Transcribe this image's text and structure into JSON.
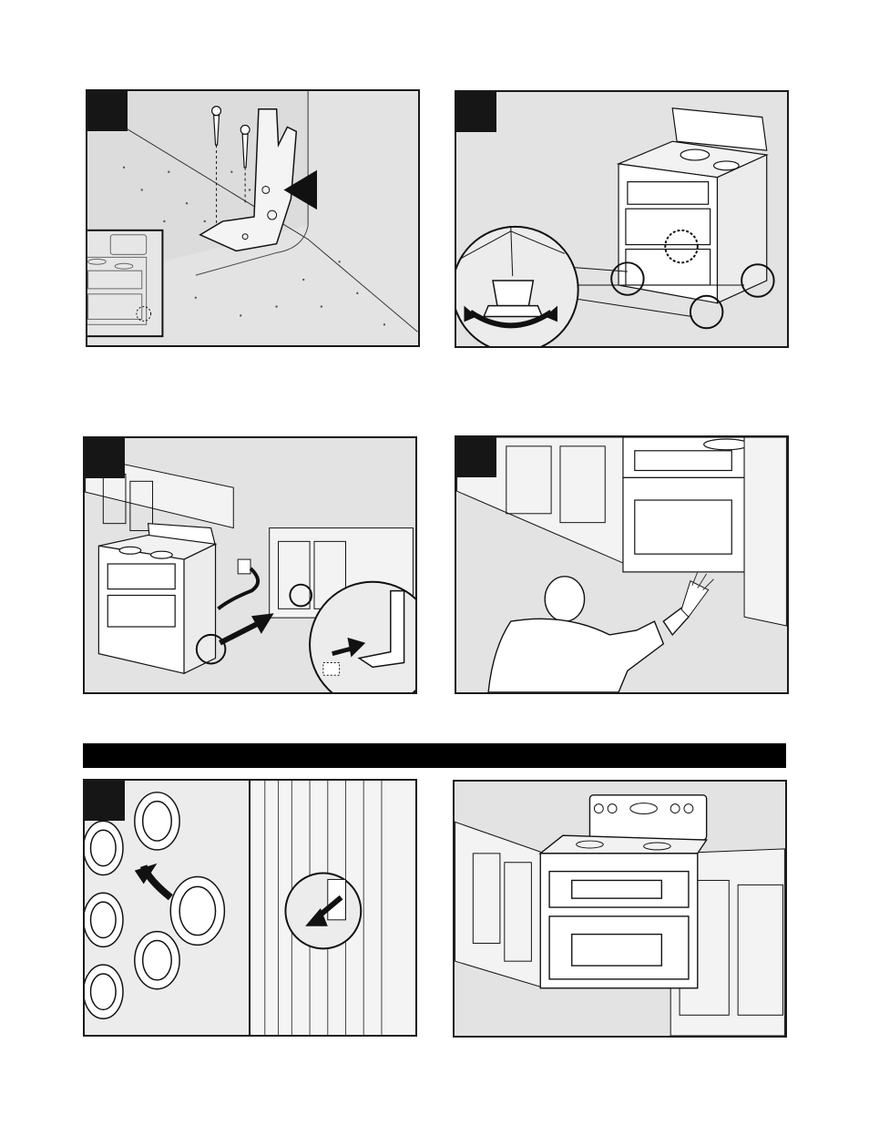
{
  "panels": [
    {
      "id": "anti-tip-bracket-install",
      "step_label": ""
    },
    {
      "id": "leveling-legs-adjust",
      "step_label": ""
    },
    {
      "id": "slide-range-into-bracket",
      "step_label": ""
    },
    {
      "id": "verify-bracket-engaged",
      "step_label": ""
    },
    {
      "id": "install-control-knobs",
      "step_label": ""
    },
    {
      "id": "installed-range-in-kitchen",
      "step_label": ""
    }
  ],
  "section_heading": "",
  "colors": {
    "panel_bg": "#e3e3e3",
    "line": "#1a1a1a",
    "badge": "#161616",
    "bar": "#000000"
  }
}
